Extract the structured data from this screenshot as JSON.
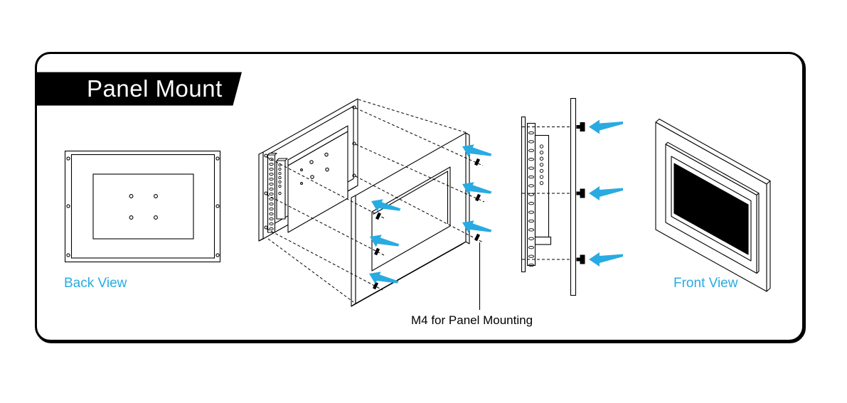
{
  "title": {
    "label": "Panel Mount"
  },
  "views": {
    "back": {
      "label": "Back View"
    },
    "front": {
      "label": "Front View"
    }
  },
  "annotations": {
    "mounting_note": "M4 for Panel Mounting"
  },
  "colors": {
    "accent": "#29ABE2",
    "line": "#000000",
    "banner_bg": "#000000",
    "banner_text": "#FFFFFF",
    "screen": "#000000",
    "background": "#FFFFFF"
  },
  "icons": {
    "mount_arrow": "thick-left-arrow",
    "screw": "m4-screw-head"
  }
}
